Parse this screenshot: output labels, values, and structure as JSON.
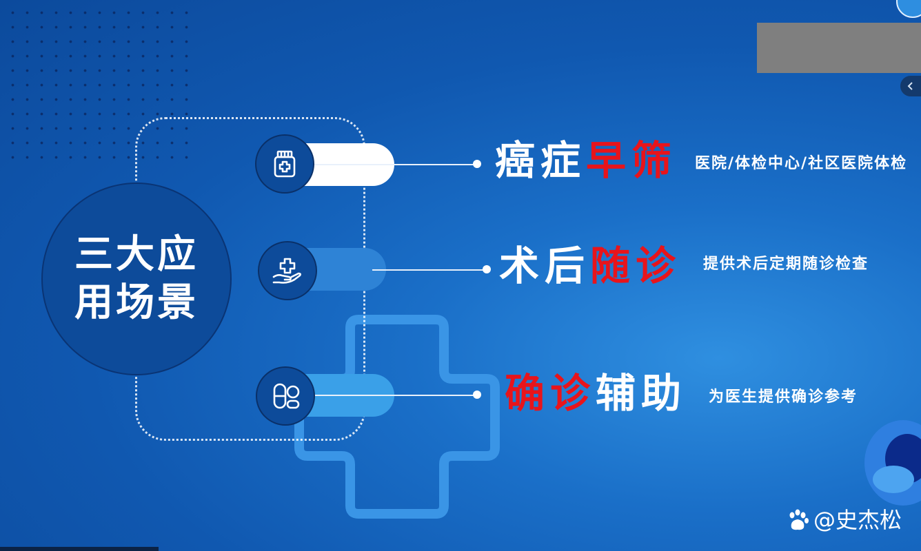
{
  "title": {
    "line1": "三大应",
    "line2": "用场景"
  },
  "scenarios": [
    {
      "icon": "medicine-bottle-icon",
      "white_part": "癌症",
      "red_part": "早筛",
      "description": "医院/体检中心/社区医院体检"
    },
    {
      "icon": "hand-care-plus-icon",
      "white_part": "术后",
      "red_part": "随诊",
      "description": "提供术后定期随诊检查"
    },
    {
      "icon": "pills-icon",
      "red_part": "确诊",
      "white_part": "辅助",
      "description": "为医生提供确诊参考"
    }
  ],
  "watermark": {
    "text": "@史杰松",
    "icon": "paw-logo-icon"
  },
  "colors": {
    "background": "#1565c0",
    "accent_red": "#e8141b",
    "circle": "#0d4b9a",
    "text": "#ffffff"
  }
}
